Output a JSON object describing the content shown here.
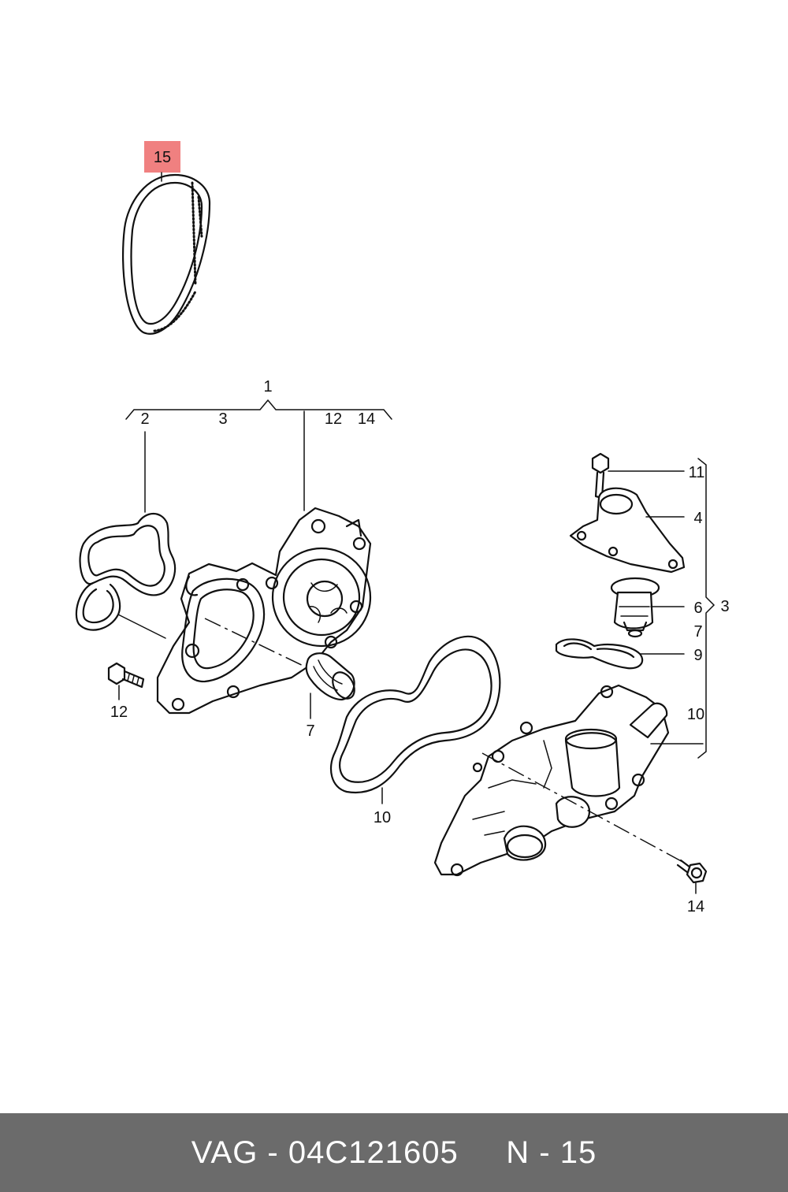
{
  "highlight_color": "#f08080",
  "footer_bg": "#6b6b6b",
  "callouts": {
    "belt": "15",
    "group": "1",
    "g2": "2",
    "g3": "3",
    "g12": "12",
    "g14": "14",
    "r11": "11",
    "r4": "4",
    "r6": "6",
    "r7": "7",
    "r9": "9",
    "r10": "10",
    "bracket3": "3",
    "l12": "12",
    "l7": "7",
    "l10": "10",
    "l14": "14"
  },
  "footer": {
    "text": "VAG - 04C121605     N - 15"
  }
}
